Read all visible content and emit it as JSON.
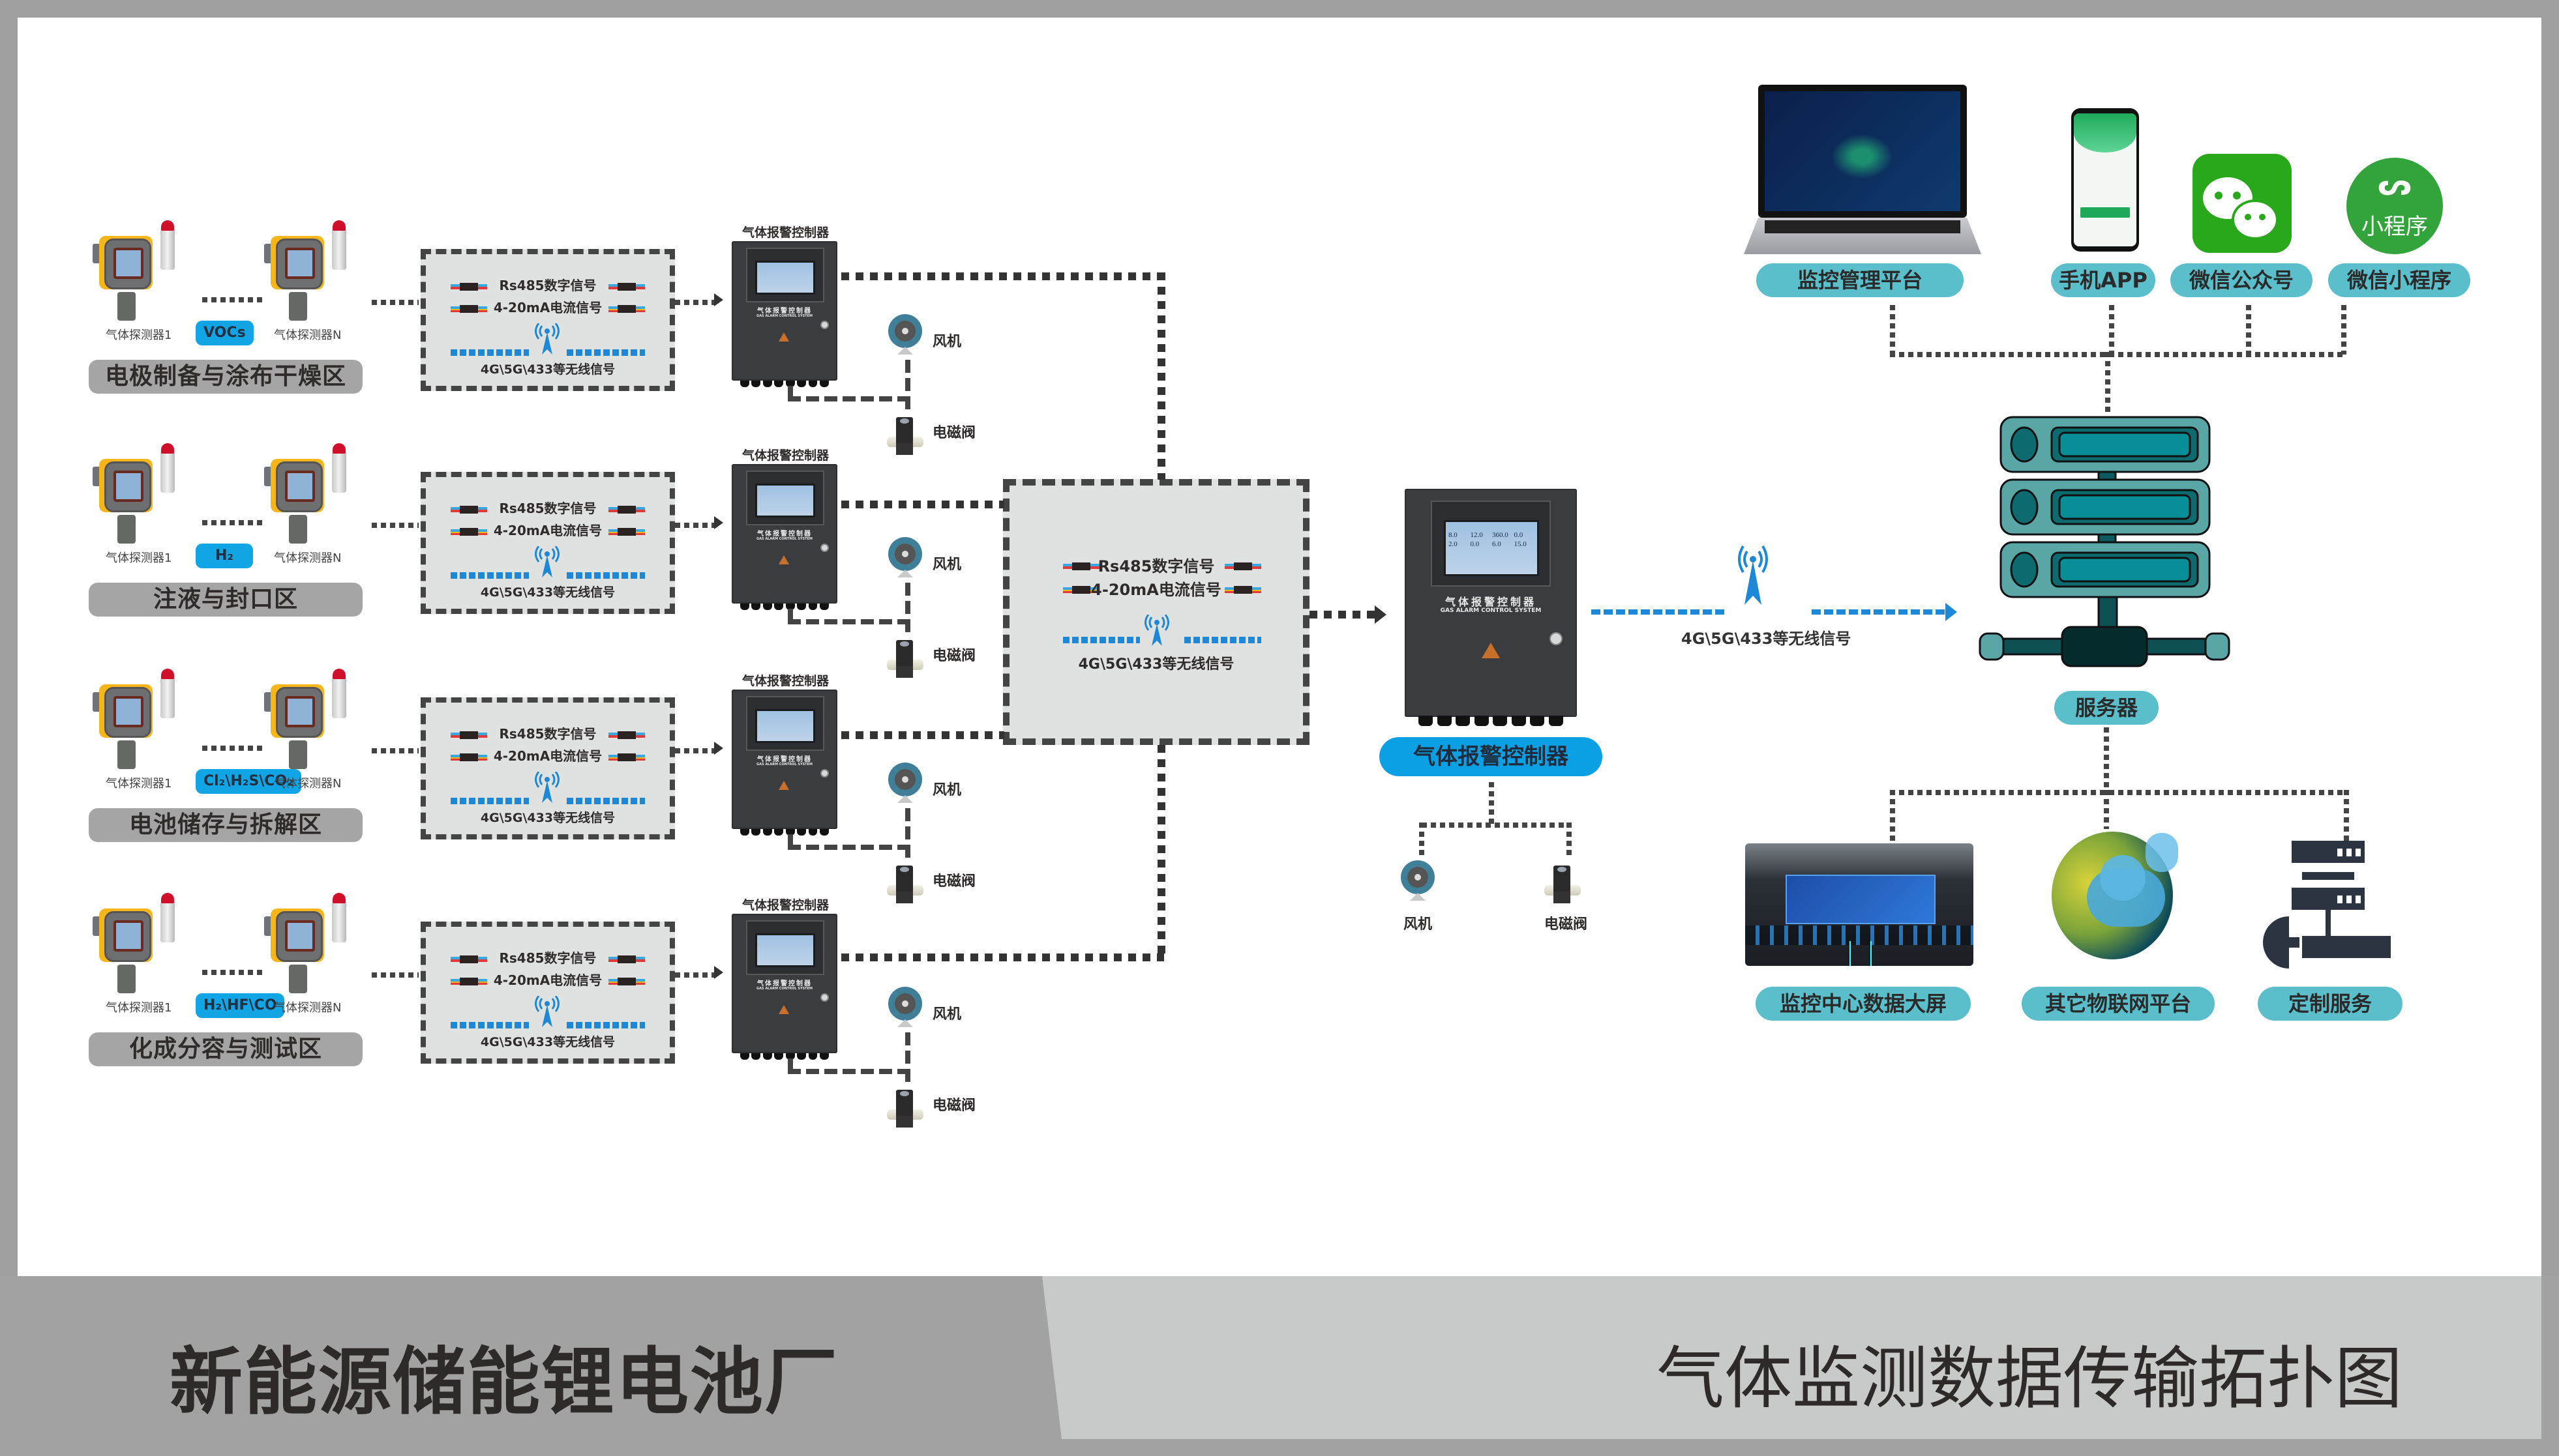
{
  "diagram": {
    "company_title": "新能源储能锂电池厂",
    "diagram_title": "气体监测数据传输拓扑图",
    "colors": {
      "accent_blue": "#0aa0e3",
      "accent_teal": "#5bbecb",
      "zone_label_bg": "#a5a5a5",
      "line_dark": "#333333",
      "wireless_blue": "#1e88d8"
    },
    "signals": {
      "rs485": "Rs485数字信号",
      "current": "4-20mA电流信号",
      "wireless": "4G\\5G\\433等无线信号"
    },
    "zones": [
      {
        "name": "电极制备与涂布干燥区",
        "gas": "VOCs",
        "detector_first": "气体探测器1",
        "detector_last": "气体探测器N"
      },
      {
        "name": "注液与封口区",
        "gas": "H₂",
        "detector_first": "气体探测器1",
        "detector_last": "气体探测器N"
      },
      {
        "name": "电池储存与拆解区",
        "gas": "Cl₂\\H₂S\\CO₂",
        "detector_first": "气体探测器1",
        "detector_last": "气体探测器N"
      },
      {
        "name": "化成分容与测试区",
        "gas": "H₂\\HF\\CO",
        "detector_first": "气体探测器1",
        "detector_last": "气体探测器N"
      }
    ],
    "sub_controller": {
      "title": "气体报警控制器",
      "panel_name": "气体报警控制器",
      "panel_name_en": "GAS ALARM CONTROL SYSTEM",
      "fan_label": "风机",
      "valve_label": "电磁阀"
    },
    "main_controller": {
      "label": "气体报警控制器",
      "panel_name": "气体报警控制器",
      "panel_name_en": "GAS ALARM CONTROL SYSTEM",
      "screen_values": [
        "8.0",
        "12.0",
        "360.0",
        "0.0",
        "2.0",
        "0.0",
        "6.0",
        "15.0"
      ],
      "fan_label": "风机",
      "valve_label": "电磁阀"
    },
    "uplink_caption": "4G\\5G\\433等无线信号",
    "server_label": "服务器",
    "top_clients": [
      {
        "label": "监控管理平台",
        "icon": "laptop-icon"
      },
      {
        "label": "手机APP",
        "icon": "phone-icon"
      },
      {
        "label": "微信公众号",
        "icon": "wechat-icon"
      },
      {
        "label": "微信小程序",
        "icon": "mini-program-icon",
        "icon_text": "小程序"
      }
    ],
    "bottom_clients": [
      {
        "label": "监控中心数据大屏",
        "icon": "control-room-icon"
      },
      {
        "label": "其它物联网平台",
        "icon": "globe-cloud-icon"
      },
      {
        "label": "定制服务",
        "icon": "custom-service-icon"
      }
    ]
  }
}
